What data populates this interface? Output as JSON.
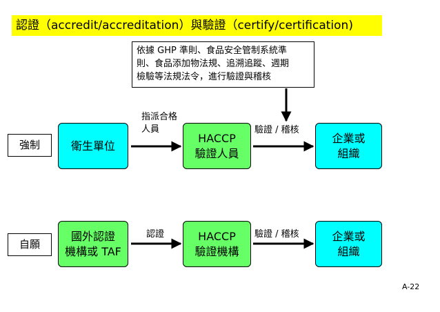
{
  "title": "認證（accredit/accreditation）與驗證（certify/certification)",
  "note_lines": [
    "依據 GHP 準則、食品安全管制系統準",
    "則、食品添加物法規、追溯追蹤、週期",
    "檢驗等法規法令，進行驗證與稽核"
  ],
  "row1": {
    "side_label": "強制",
    "source_lines": [
      "衛生單位"
    ],
    "arrow1_lines": [
      "指派合格",
      "人員"
    ],
    "middle_lines": [
      "HACCP",
      "驗證人員"
    ],
    "arrow2_label": "驗證 / 稽核",
    "target_lines": [
      "企業或",
      "組織"
    ]
  },
  "row2": {
    "side_label": "自願",
    "source_lines": [
      "國外認證",
      "機構或 TAF"
    ],
    "arrow1_lines": [
      "認證"
    ],
    "middle_lines": [
      "HACCP",
      "驗證機構"
    ],
    "arrow2_label": "驗證 / 稽核",
    "target_lines": [
      "企業或",
      "組織"
    ]
  },
  "footer": "A-22",
  "colors": {
    "title_bg": "#ffff00",
    "mandatory_box": "#00ffff",
    "voluntary_box": "#66ff66"
  }
}
